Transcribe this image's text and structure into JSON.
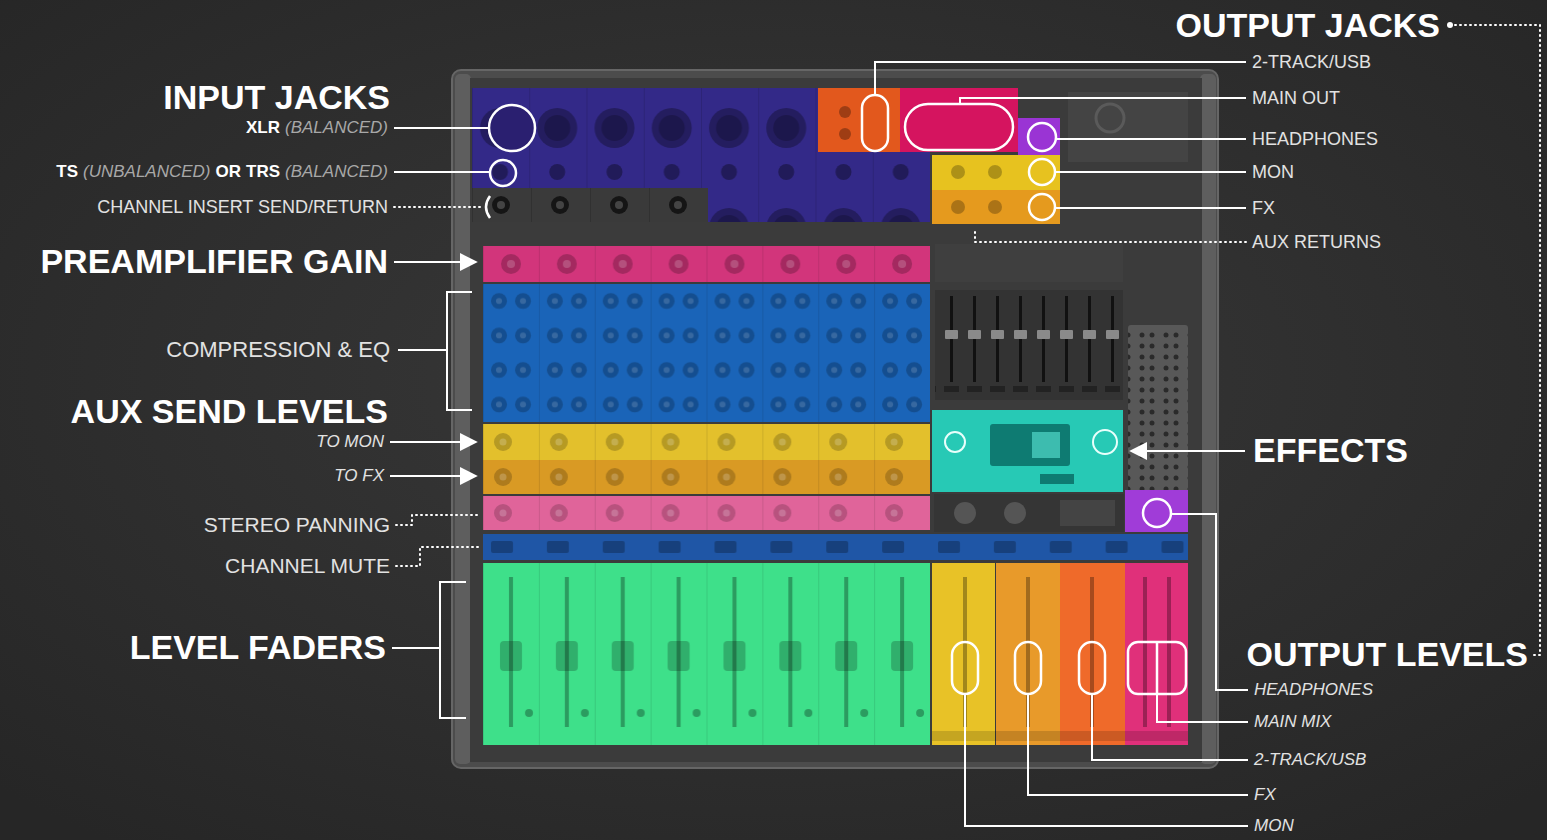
{
  "diagram": {
    "labels": [
      "INPUT JACKS",
      "XLR",
      "(BALANCED)",
      "TS",
      "(UNBALANCED)",
      "OR",
      "TRS",
      "(BALANCED)",
      "CHANNEL INSERT SEND/RETURN",
      "PREAMPLIFIER GAIN",
      "COMPRESSION & EQ",
      "AUX SEND LEVELS",
      "TO MON",
      "TO FX",
      "STEREO PANNING",
      "CHANNEL MUTE",
      "LEVEL FADERS",
      "OUTPUT JACKS",
      "2-TRACK/USB",
      "MAIN OUT",
      "HEADPHONES",
      "MON",
      "FX",
      "AUX RETURNS",
      "EFFECTS",
      "OUTPUT LEVELS",
      "HEADPHONES",
      "MAIN MIX",
      "2-TRACK/USB",
      "FX",
      "MON"
    ]
  }
}
